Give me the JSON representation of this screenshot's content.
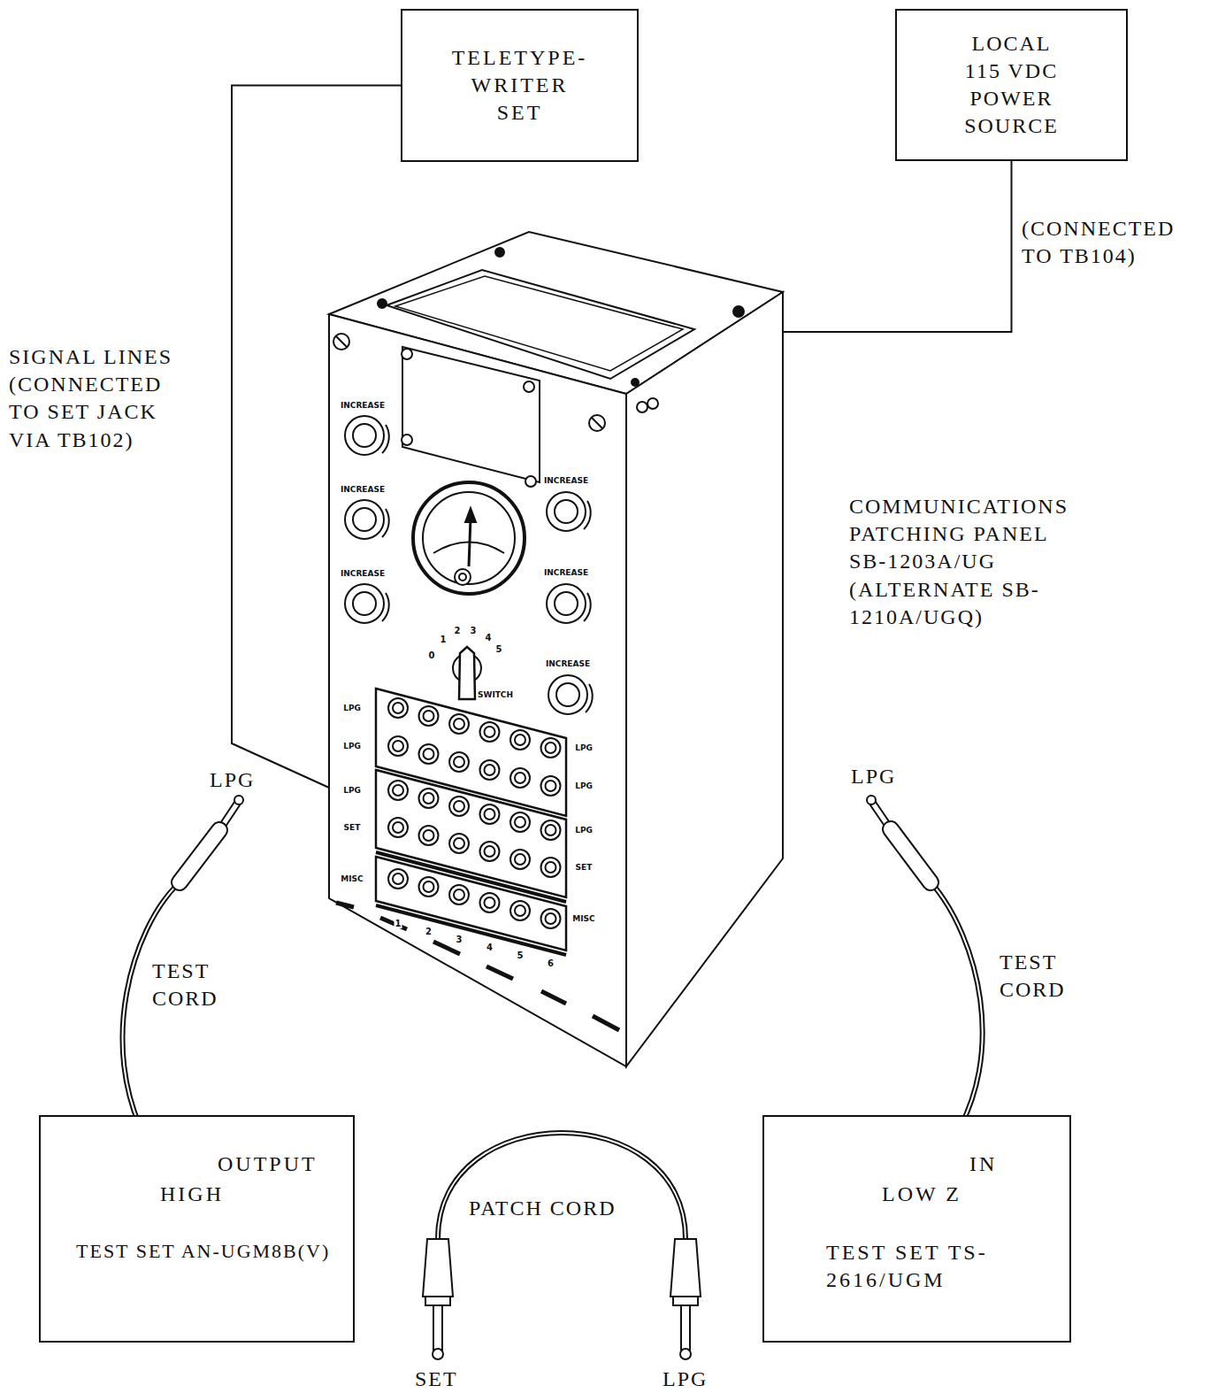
{
  "diagram": {
    "nodes": [
      {
        "text": [
          "TELETYPE- WRITER SET"
        ]
      },
      {
        "text": [
          "LOCAL 115 VDC POWER SOURCE"
        ]
      },
      {
        "text": [
          "COMMUNICATIONS PATCHING PANEL SB-1203A/UG (ALTERNATE SB-1210A/UGQ)"
        ]
      },
      {
        "text": [
          "OUTPUT",
          "HIGH",
          "TEST SET AN-UGM8B(V)"
        ]
      },
      {
        "text": [
          "IN",
          "LOW Z",
          "TEST SET TS-2616/UGM"
        ]
      }
    ],
    "edges": [
      {
        "from": 0,
        "to": 2,
        "arrow": "none",
        "label": "SIGNAL LINES (CONNECTED TO SET JACK VIA TB102)"
      },
      {
        "from": 1,
        "to": 2,
        "arrow": "none",
        "label": "(CONNECTED TO TB104)"
      }
    ],
    "labels": [
      "LPG",
      "TEST CORD",
      "LPG",
      "TEST CORD",
      "PATCH CORD",
      "SET",
      "LPG",
      "INCREASE",
      "INCREASE",
      "INCREASE",
      "INCREASE",
      "INCREASE",
      "INCREASE",
      "0",
      "1",
      "2",
      "3",
      "4",
      "5",
      "SWITCH",
      "LPG",
      "LPG",
      "LPG",
      "SET",
      "MISC",
      "LPG",
      "LPG",
      "LPG",
      "SET",
      "MISC",
      "1",
      "2",
      "3",
      "4",
      "5",
      "6"
    ]
  }
}
